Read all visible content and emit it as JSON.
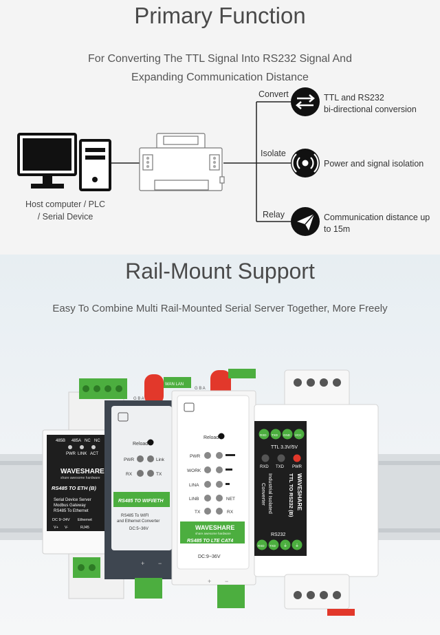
{
  "primary": {
    "title": "Primary Function",
    "subtitle_line1": "For Converting The TTL Signal Into RS232 Signal And",
    "subtitle_line2": "Expanding Communication Distance",
    "host_label_line1": "Host computer / PLC",
    "host_label_line2": "/ Serial Device",
    "branches": [
      {
        "label": "Convert",
        "icon": "bidirectional-arrows-icon",
        "text_line1": "TTL and RS232",
        "text_line2": "bi-directional conversion"
      },
      {
        "label": "Isolate",
        "icon": "signal-isolation-icon",
        "text_line1": "Power and signal isolation",
        "text_line2": ""
      },
      {
        "label": "Relay",
        "icon": "paper-plane-icon",
        "text_line1": "Communication distance up",
        "text_line2": "to 15m"
      }
    ]
  },
  "rail": {
    "title": "Rail-Mount Support",
    "subtitle": "Easy To Combine Multi Rail-Mounted Serial Server Together, More Freely"
  },
  "dev1": {
    "terminals": [
      "485B",
      "485A",
      "NC",
      "NC"
    ],
    "leds": [
      "PWR",
      "LINK",
      "ACT"
    ],
    "brand": "WAVESHARE",
    "brand_tag": "share awesome hardware",
    "model": "RS485 TO ETH (B)",
    "desc_line1": "Serial Device Server",
    "desc_line2": "Modbus Gateway",
    "desc_line3": "RS485 To Ethernet",
    "power": "DC 9~24V",
    "port_label": "Ethernet",
    "pins": [
      "V+",
      "V-",
      "RJ45"
    ]
  },
  "dev2": {
    "top_labels": "G  B  A",
    "top_right": "WAN LAN",
    "reload": "Reload",
    "led_left": [
      "PWR",
      "RX"
    ],
    "led_right": [
      "Link",
      "TX"
    ],
    "model": "RS485 TO WIFI/ETH",
    "desc_line1": "RS485 To WIFI",
    "desc_line2": "and Ethernet Converter",
    "power": "DC:5~36V",
    "plus": "+",
    "minus": "−"
  },
  "dev3": {
    "top_labels": "G  B  A",
    "reload": "Reload",
    "led_left": [
      "PWR",
      "WORK",
      "LINA",
      "LINB",
      "TX"
    ],
    "led_right": [
      "",
      "",
      "",
      "NET",
      "RX"
    ],
    "brand": "WAVESHARE",
    "brand_tag": "share awesome hardware",
    "model": "RS485 TO LTE CAT4",
    "power": "DC:9~36V",
    "plus": "+",
    "minus": "−"
  },
  "dev4": {
    "top_pins": [
      "RXD",
      "TXD",
      "GND",
      "VCC"
    ],
    "ttl_label": "TTL   3.3V/5V",
    "leds": [
      "RXD",
      "TXD",
      "PWR"
    ],
    "vertical_line1": "Industrial Isolated",
    "vertical_line2": "Converter",
    "brand": "WAVESHARE",
    "model": "TTL TO RS232 (B)",
    "bottom_label": "RS232",
    "bottom_pins": [
      "RXD",
      "TXD",
      "⏚",
      "⏚"
    ]
  },
  "colors": {
    "green": "#4cae3f",
    "red": "#e2382b",
    "dark_panel": "#1e1e1e",
    "accent_text": "#4a4a4a"
  }
}
